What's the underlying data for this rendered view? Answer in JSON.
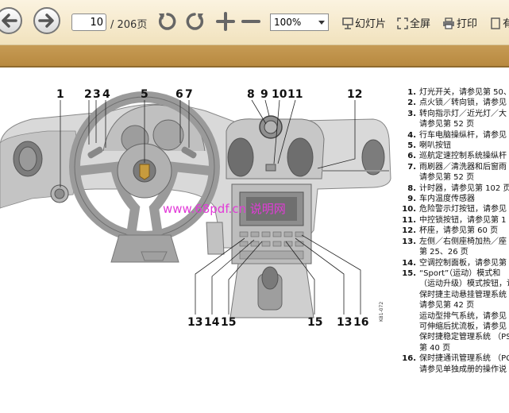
{
  "toolbar": {
    "back_icon": "arrow-left-icon",
    "forward_icon": "arrow-right-icon",
    "current_page": "10",
    "page_total": "/ 206页",
    "undo_icon": "rotate-ccw-icon",
    "redo_icon": "rotate-cw-icon",
    "zoom_in_icon": "plus-icon",
    "zoom_out_icon": "minus-icon",
    "zoom_value": "100%",
    "slideshow_label": "幻灯片",
    "fullscreen_label": "全屏",
    "print_label": "打印",
    "more_label": "有"
  },
  "figure": {
    "callouts_top": [
      "1",
      "2",
      "3",
      "4",
      "5",
      "6",
      "7",
      "8",
      "9",
      "10",
      "11",
      "12"
    ],
    "callouts_bottom": [
      "13",
      "14",
      "15",
      "15",
      "13",
      "16"
    ],
    "watermark": "www.68pdf.cn  说明网",
    "side_code": "K81-072"
  },
  "legend": [
    {
      "n": "1.",
      "lines": [
        "灯光开关，请参见第 50、"
      ]
    },
    {
      "n": "2.",
      "lines": [
        "点火锁／转向锁，请参见"
      ]
    },
    {
      "n": "3.",
      "lines": [
        "转向指示灯／近光灯／大",
        "请参见第 52 页"
      ]
    },
    {
      "n": "4.",
      "lines": [
        "行车电脑操纵杆，请参见"
      ]
    },
    {
      "n": "5.",
      "lines": [
        "喇叭按钮"
      ]
    },
    {
      "n": "6.",
      "lines": [
        "巡航定速控制系统操纵杆"
      ]
    },
    {
      "n": "7.",
      "lines": [
        "雨刷器／清洗器和后窗雨",
        "请参见第 52 页"
      ]
    },
    {
      "n": "8.",
      "lines": [
        "计时器，请参见第 102 页"
      ]
    },
    {
      "n": "9.",
      "lines": [
        "车内温度传感器"
      ]
    },
    {
      "n": "10.",
      "lines": [
        "危险警示灯按钮，请参见"
      ]
    },
    {
      "n": "11.",
      "lines": [
        "中控锁按钮，请参见第 1"
      ]
    },
    {
      "n": "12.",
      "lines": [
        "杯座，请参见第 60 页"
      ]
    },
    {
      "n": "13.",
      "lines": [
        "左侧／右侧座椅加热／座",
        "第 25、26 页"
      ]
    },
    {
      "n": "14.",
      "lines": [
        "空调控制面板，请参见第"
      ]
    },
    {
      "n": "15.",
      "lines": [
        "“Sport”（运动）模式和",
        "（运动升级）模式按钮，访",
        "保时捷主动悬挂管理系统",
        "请参见第 42 页",
        "运动型排气系统，请参见",
        "可伸缩后扰流板，请参见",
        "保时捷稳定管理系统 （PS",
        "第 40 页"
      ]
    },
    {
      "n": "16.",
      "lines": [
        "保时捷通讯管理系统 （PC",
        "请参见单独成册的操作说"
      ]
    }
  ]
}
